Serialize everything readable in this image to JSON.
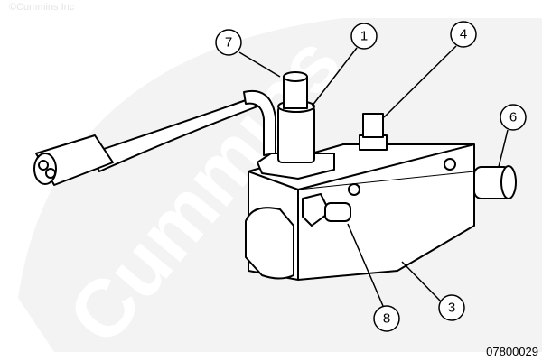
{
  "copyright": "©Cummins Inc",
  "watermark": "Cummins",
  "figure_number": "07800029",
  "callouts": [
    "1",
    "3",
    "4",
    "6",
    "7",
    "8"
  ]
}
